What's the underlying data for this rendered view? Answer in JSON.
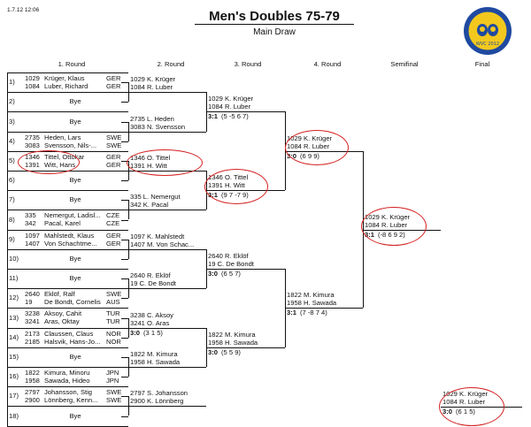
{
  "header": {
    "timestamp": "1.7.12 12:06",
    "title": "Men's Doubles 75-79",
    "subtitle": "Main Draw",
    "logo_icon": "tournament-logo-icon",
    "logo_text": "WVC 2012"
  },
  "round_headers": [
    "1. Round",
    "2. Round",
    "3. Round",
    "4. Round",
    "Semifinal",
    "Final"
  ],
  "bye_label": "Bye",
  "accent_color": "#d42020",
  "round1": [
    {
      "slot": "1)",
      "p1": {
        "id": "1029",
        "name": "Krüger, Klaus",
        "nat": "GER"
      },
      "p2": {
        "id": "1084",
        "name": "Luber, Richard",
        "nat": "GER"
      }
    },
    {
      "slot": "2)",
      "bye": true
    },
    {
      "slot": "3)",
      "bye": true
    },
    {
      "slot": "4)",
      "p1": {
        "id": "2735",
        "name": "Heden, Lars",
        "nat": "SWE"
      },
      "p2": {
        "id": "3083",
        "name": "Svensson, Nils-...",
        "nat": "SWE"
      }
    },
    {
      "slot": "5)",
      "p1": {
        "id": "1346",
        "name": "Tittel, Ottokar",
        "nat": "GER"
      },
      "p2": {
        "id": "1391",
        "name": "Witt, Hans",
        "nat": "GER"
      }
    },
    {
      "slot": "6)",
      "bye": true
    },
    {
      "slot": "7)",
      "bye": true
    },
    {
      "slot": "8)",
      "p1": {
        "id": "335",
        "name": "Nemergut, Ladisl...",
        "nat": "CZE"
      },
      "p2": {
        "id": "342",
        "name": "Pacal, Karel",
        "nat": "CZE"
      }
    },
    {
      "slot": "9)",
      "p1": {
        "id": "1097",
        "name": "Mahlstedt, Klaus",
        "nat": "GER"
      },
      "p2": {
        "id": "1407",
        "name": "Von Schachtme...",
        "nat": "GER"
      }
    },
    {
      "slot": "10)",
      "bye": true
    },
    {
      "slot": "11)",
      "bye": true
    },
    {
      "slot": "12)",
      "p1": {
        "id": "2640",
        "name": "Eklöf, Ralf",
        "nat": "SWE"
      },
      "p2": {
        "id": "19",
        "name": "De Bondt, Cornelis",
        "nat": "AUS"
      }
    },
    {
      "slot": "13)",
      "p1": {
        "id": "3238",
        "name": "Aksoy, Cahit",
        "nat": "TUR"
      },
      "p2": {
        "id": "3241",
        "name": "Aras, Oktay",
        "nat": "TUR"
      }
    },
    {
      "slot": "14)",
      "p1": {
        "id": "2173",
        "name": "Claussen, Claus",
        "nat": "NOR"
      },
      "p2": {
        "id": "2185",
        "name": "Halsvik, Hans-Jo...",
        "nat": "NOR"
      }
    },
    {
      "slot": "15)",
      "bye": true
    },
    {
      "slot": "16)",
      "p1": {
        "id": "1822",
        "name": "Kimura, Minoru",
        "nat": "JPN"
      },
      "p2": {
        "id": "1958",
        "name": "Sawada, Hideo",
        "nat": "JPN"
      }
    },
    {
      "slot": "17)",
      "p1": {
        "id": "2797",
        "name": "Johansson, Stig",
        "nat": "SWE"
      },
      "p2": {
        "id": "2900",
        "name": "Lönnberg, Kenn...",
        "nat": "SWE"
      }
    },
    {
      "slot": "18)",
      "bye": true
    }
  ],
  "round2": [
    {
      "p1": "1029  K. Krüger",
      "p2": "1084  R. Luber"
    },
    {
      "p1": "2735  L. Heden",
      "p2": "3083  N. Svensson"
    },
    {
      "p1": "1346  O. Tittel",
      "p2": "1391  H. Witt"
    },
    {
      "p1": "335  L. Nemergut",
      "p2": "342  K. Pacal"
    },
    {
      "p1": "1097  K. Mahlstedt",
      "p2": "1407  M. Von Schac..."
    },
    {
      "p1": "2640  R. Eklöf",
      "p2": "19  C. De Bondt"
    },
    {
      "p1": "3238  C. Aksoy",
      "p2": "3241  O. Aras",
      "score": "3:0",
      "sets": "(3 1 5)"
    },
    {
      "p1": "1822  M. Kimura",
      "p2": "1958  H. Sawada"
    },
    {
      "p1": "2797  S. Johansson",
      "p2": "2900  K. Lönnberg"
    }
  ],
  "round3": [
    {
      "p1": "1029  K. Krüger",
      "p2": "1084  R. Luber",
      "score": "3:1",
      "sets": "(5 -5 6 7)"
    },
    {
      "p1": "1346  O. Tittel",
      "p2": "1391  H. Witt",
      "score": "3:1",
      "sets": "(9 7 -7 9)"
    },
    {
      "p1": "2640  R. Eklöf",
      "p2": "19  C. De Bondt",
      "score": "3:0",
      "sets": "(6 5 7)"
    },
    {
      "p1": "1822  M. Kimura",
      "p2": "1958  H. Sawada",
      "score": "3:0",
      "sets": "(5 5 9)"
    }
  ],
  "round4": [
    {
      "p1": "1029  K. Krüger",
      "p2": "1084  R. Luber",
      "score": "3:0",
      "sets": "(6 9 9)"
    },
    {
      "p1": "1822  M. Kimura",
      "p2": "1958  H. Sawada",
      "score": "3:1",
      "sets": "(7 -8 7 4)"
    }
  ],
  "semifinal": [
    {
      "p1": "1029  K. Krüger",
      "p2": "1084  R. Luber",
      "score": "3:1",
      "sets": "(-8 6 9 2)"
    }
  ],
  "final": [
    {
      "p1": "1029  K. Krüger",
      "p2": "1084  R. Luber",
      "score": "3:0",
      "sets": "(6 1 5)"
    }
  ]
}
